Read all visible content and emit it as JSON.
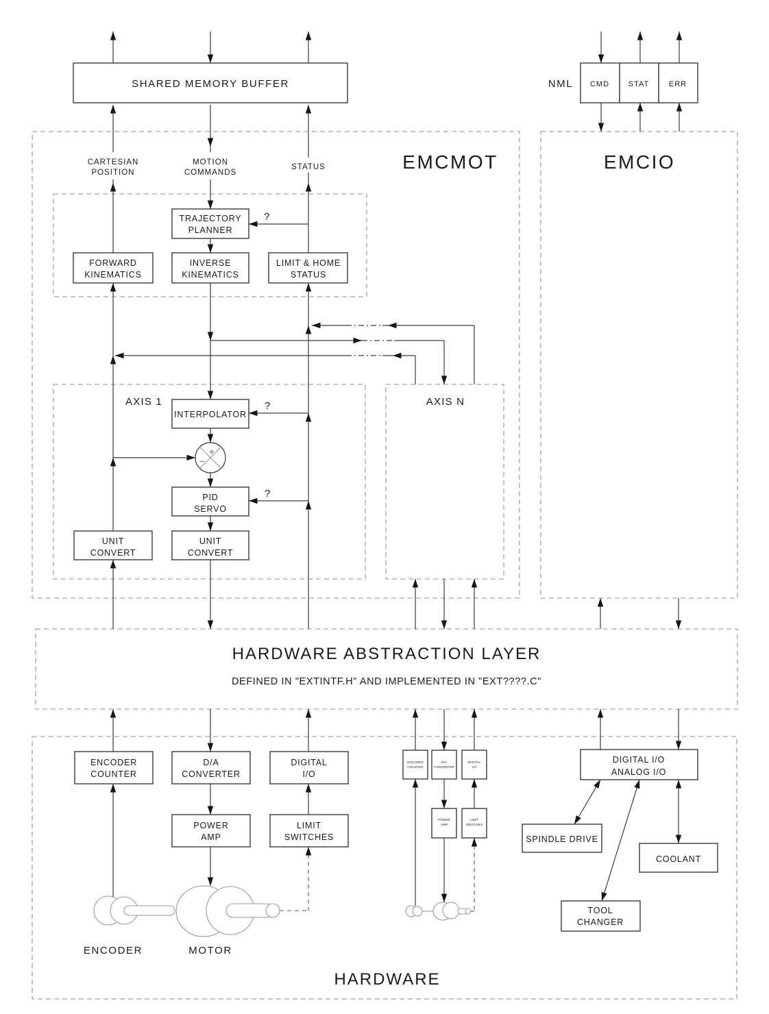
{
  "shared_memory_buffer": "SHARED MEMORY BUFFER",
  "nml": {
    "label": "NML",
    "cmd": "CMD",
    "stat": "STAT",
    "err": "ERR"
  },
  "emcmot": {
    "label": "EMCMOT",
    "cartesian_position": [
      "CARTESIAN",
      "POSITION"
    ],
    "motion_commands": [
      "MOTION",
      "COMMANDS"
    ],
    "status": "STATUS",
    "trajectory_planner": [
      "TRAJECTORY",
      "PLANNER"
    ],
    "forward_kinematics": [
      "FORWARD",
      "KINEMATICS"
    ],
    "inverse_kinematics": [
      "INVERSE",
      "KINEMATICS"
    ],
    "limit_home_status": [
      "LIMIT & HOME",
      "STATUS"
    ],
    "question_mark": "?",
    "axis1": {
      "label": "AXIS 1",
      "interpolator": "INTERPOLATOR",
      "pid_servo": [
        "PID",
        "SERVO"
      ],
      "unit_convert": [
        "UNIT",
        "CONVERT"
      ],
      "sum_plus": "+",
      "sum_minus": "−"
    },
    "axisn": {
      "label": "AXIS N"
    }
  },
  "emcio": {
    "label": "EMCIO"
  },
  "hal": {
    "title": "HARDWARE ABSTRACTION LAYER",
    "subtitle": "DEFINED IN \"EXTINTF.H\" AND IMPLEMENTED IN \"EXT????.C\""
  },
  "hardware": {
    "label": "HARDWARE",
    "encoder_counter": [
      "ENCODER",
      "COUNTER"
    ],
    "da_converter": [
      "D/A",
      "CONVERTER"
    ],
    "digital_io": [
      "DIGITAL",
      "I/O"
    ],
    "power_amp": [
      "POWER",
      "AMP"
    ],
    "limit_switches": [
      "LIMIT",
      "SWITCHES"
    ],
    "digital_analog_io": [
      "DIGITAL I/O",
      "ANALOG I/O"
    ],
    "spindle_drive": "SPINDLE DRIVE",
    "coolant": "COOLANT",
    "tool_changer": [
      "TOOL",
      "CHANGER"
    ],
    "encoder": "ENCODER",
    "motor": "MOTOR"
  }
}
